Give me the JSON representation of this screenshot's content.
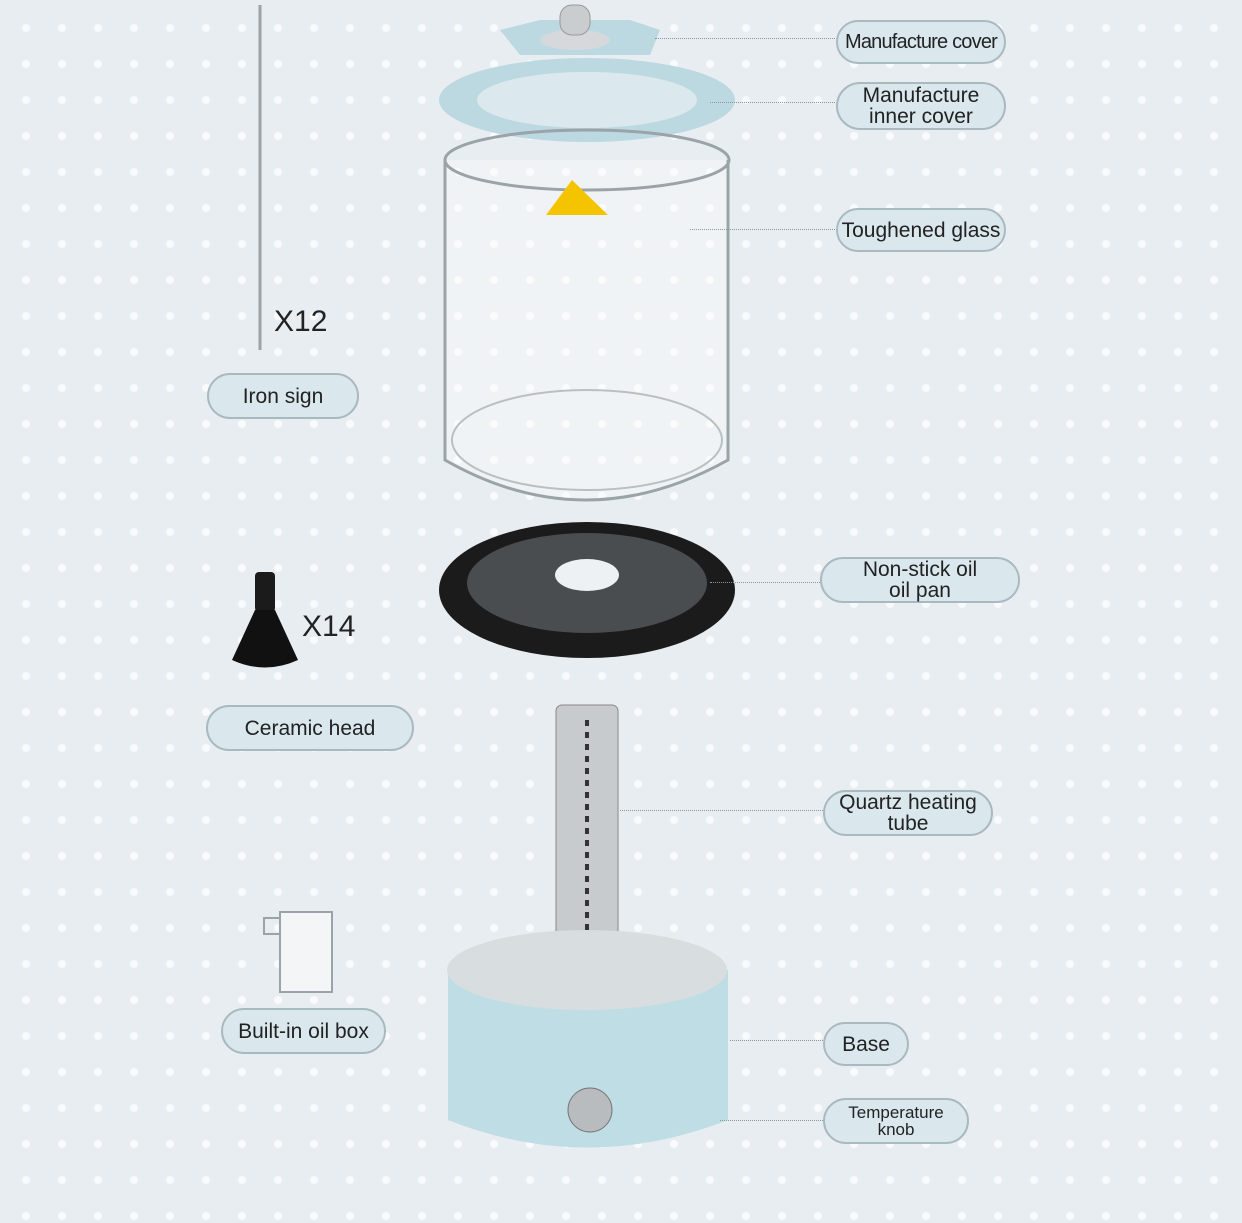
{
  "labels": {
    "manufacture_cover": "Manufacture cover",
    "manufacture_inner_cover": [
      "Manufacture",
      "inner cover"
    ],
    "toughened_glass": "Toughened glass",
    "non_stick_oil_pan": [
      "Non-stick oil",
      "oil pan"
    ],
    "quartz_heating_tube": [
      "Quartz heating",
      "tube"
    ],
    "base": "Base",
    "temperature_knob": [
      "Temperature",
      "knob"
    ],
    "iron_sign": "Iron sign",
    "ceramic_head": "Ceramic head",
    "built_in_oil_box": "Built-in oil box"
  },
  "quantities": {
    "iron_sign": "X12",
    "ceramic_head": "X14"
  },
  "colors": {
    "background": "#e8edf1",
    "pill_fill": "#dae8ee",
    "appliance_blue": "#bfdde4",
    "warning_yellow": "#f5c400"
  }
}
